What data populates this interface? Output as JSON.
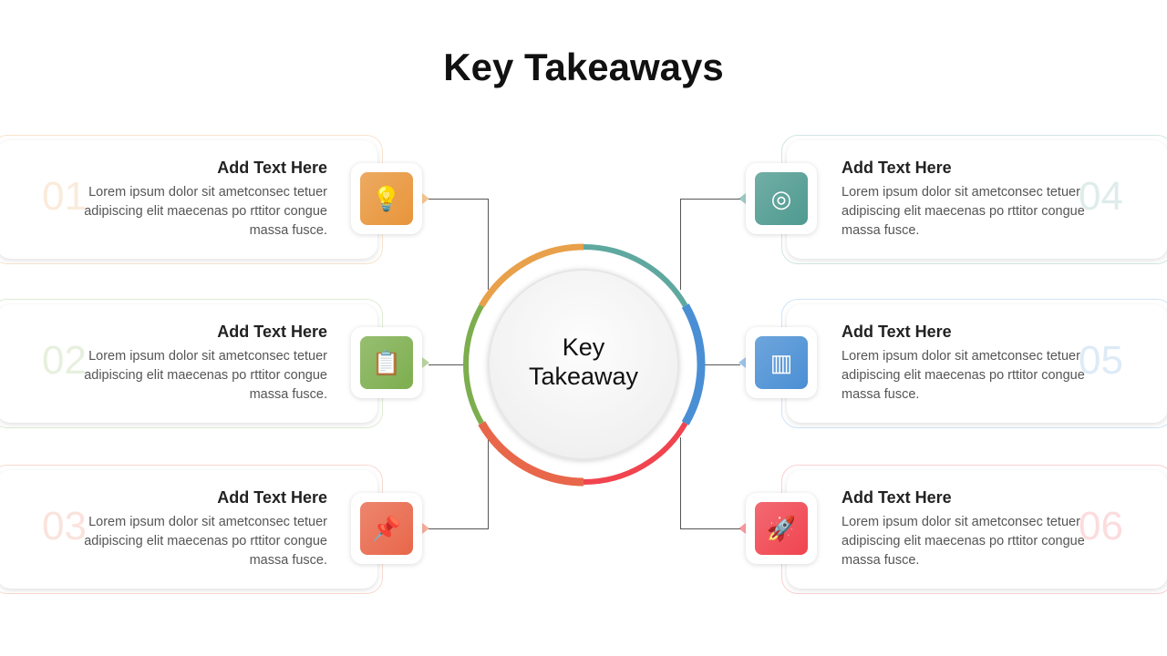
{
  "title": "Key Takeaways",
  "center": {
    "line1": "Key",
    "line2": "Takeaway"
  },
  "colors": {
    "orange": "#E8A04A",
    "green": "#7DAE4E",
    "red_orange": "#E8674A",
    "teal": "#5FA89F",
    "blue": "#4A8FD4",
    "red": "#F0444F"
  },
  "items": [
    {
      "number": "01",
      "heading": "Add Text Here",
      "text": "Lorem ipsum dolor sit ametconsec tetuer adipiscing elit maecenas po rttitor congue massa fusce.",
      "icon": "lightbulb-icon",
      "color": "#E8953A"
    },
    {
      "number": "02",
      "heading": "Add Text Here",
      "text": "Lorem ipsum dolor sit ametconsec tetuer adipiscing elit maecenas po rttitor congue massa fusce.",
      "icon": "clipboard-icon",
      "color": "#7DAE4E"
    },
    {
      "number": "03",
      "heading": "Add Text Here",
      "text": "Lorem ipsum dolor sit ametconsec tetuer adipiscing elit maecenas po rttitor congue massa fusce.",
      "icon": "pushpin-icon",
      "color": "#E8674A"
    },
    {
      "number": "04",
      "heading": "Add Text Here",
      "text": "Lorem ipsum dolor sit ametconsec tetuer adipiscing elit maecenas po rttitor congue massa fusce.",
      "icon": "target-icon",
      "color": "#4E9A90"
    },
    {
      "number": "05",
      "heading": "Add Text Here",
      "text": "Lorem ipsum dolor sit ametconsec tetuer adipiscing elit maecenas po rttitor congue massa fusce.",
      "icon": "bar-chart-icon",
      "color": "#4A8FD4"
    },
    {
      "number": "06",
      "heading": "Add Text Here",
      "text": "Lorem ipsum dolor sit ametconsec tetuer adipiscing elit maecenas po rttitor congue massa fusce.",
      "icon": "rocket-icon",
      "color": "#F0444F"
    }
  ]
}
